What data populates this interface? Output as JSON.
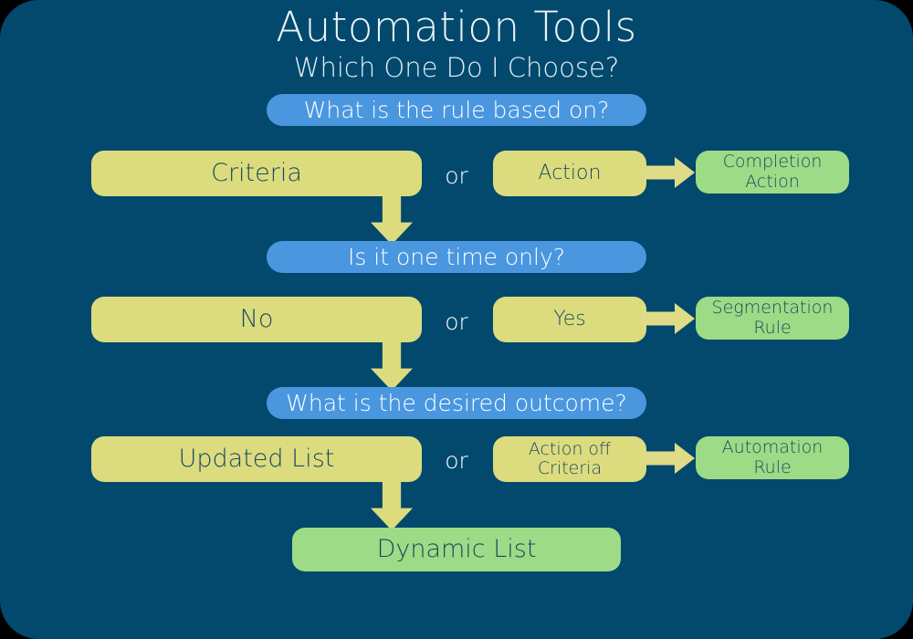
{
  "header": {
    "title": "Automation Tools",
    "subtitle": "Which One Do I Choose?"
  },
  "colors": {
    "background": "#02496D",
    "question_pill": "#4a97e0",
    "option_box": "#dcdc7f",
    "result_box": "#9ddb86",
    "box_text": "#1c4a5e",
    "header_text": "#eaf3f8",
    "arrow": "#dcdc7f"
  },
  "separator_label": "or",
  "flow": {
    "steps": [
      {
        "question": "What is the rule based on?",
        "left_option": "Criteria",
        "right_option": "Action",
        "result": "Completion Action",
        "result_line1": "Completion",
        "result_line2": "Action"
      },
      {
        "question": "Is it one time only?",
        "left_option": "No",
        "right_option": "Yes",
        "result": "Segmentation Rule",
        "result_line1": "Segmentation",
        "result_line2": "Rule"
      },
      {
        "question": "What is the desired outcome?",
        "left_option": "Updated List",
        "right_option": "Action off Criteria",
        "right_option_line1": "Action off",
        "right_option_line2": "Criteria",
        "result": "Automation Rule",
        "result_line1": "Automation",
        "result_line2": "Rule"
      }
    ],
    "final_result": "Dynamic List"
  }
}
